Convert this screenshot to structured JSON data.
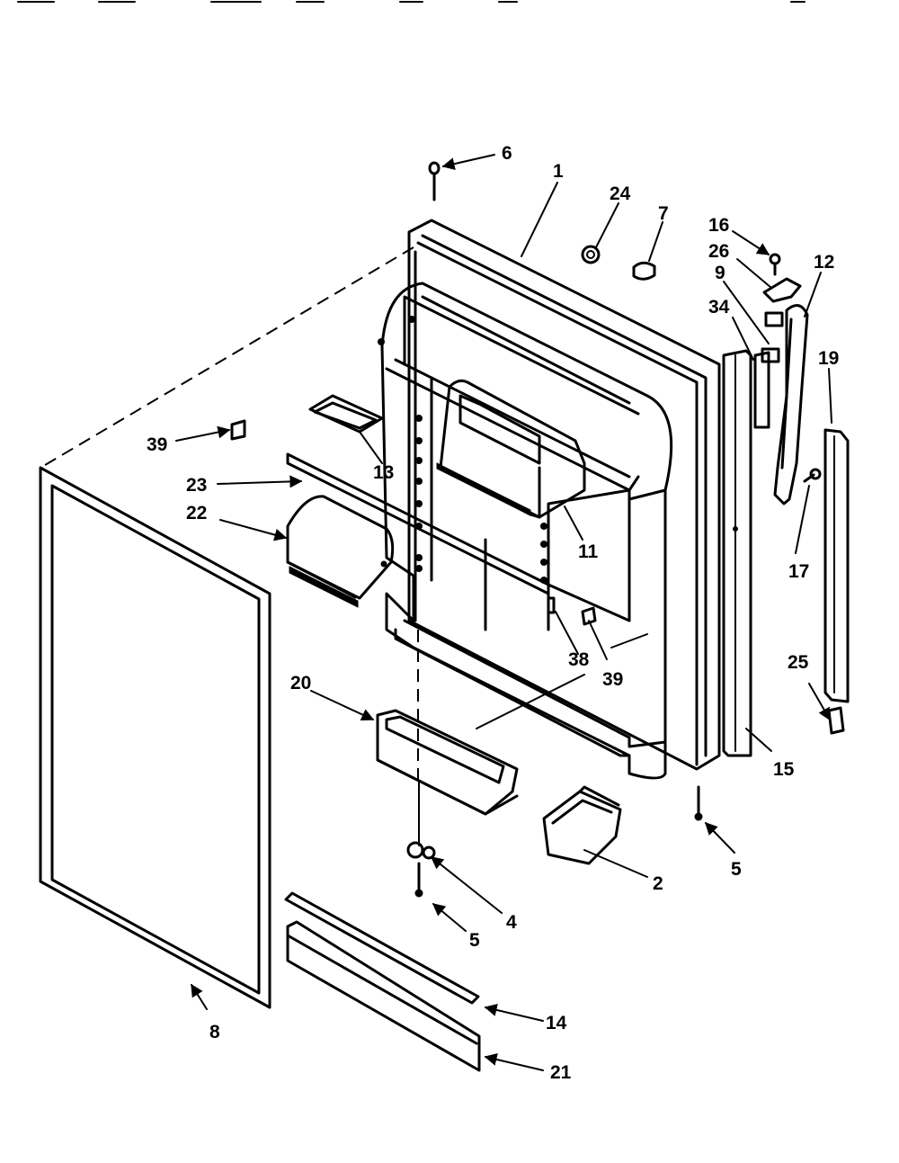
{
  "labels": {
    "l1": "1",
    "l2": "2",
    "l4": "4",
    "l5a": "5",
    "l5b": "5",
    "l6": "6",
    "l7": "7",
    "l8": "8",
    "l9": "9",
    "l11": "11",
    "l12": "12",
    "l13": "13",
    "l14": "14",
    "l15": "15",
    "l16": "16",
    "l17": "17",
    "l19": "19",
    "l20": "20",
    "l21": "21",
    "l22": "22",
    "l23": "23",
    "l24": "24",
    "l25": "25",
    "l26": "26",
    "l34": "34",
    "l38": "38",
    "l39a": "39",
    "l39b": "39"
  }
}
